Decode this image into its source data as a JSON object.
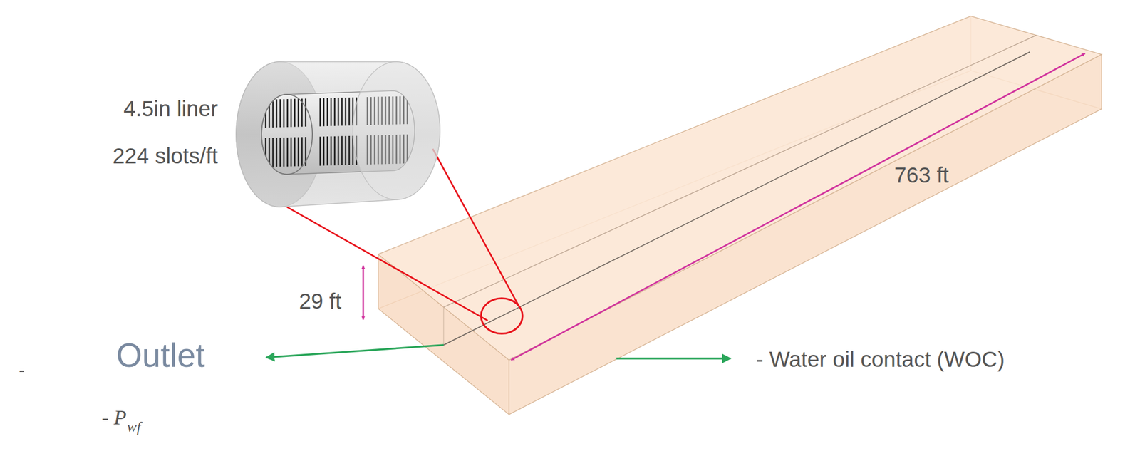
{
  "diagram": {
    "labels": [
      "4.5in liner",
      "224 slots/ft",
      "763 ft",
      "29 ft",
      "-",
      "Outlet",
      "- P",
      "wf",
      "- Water oil contact (WOC)"
    ]
  }
}
